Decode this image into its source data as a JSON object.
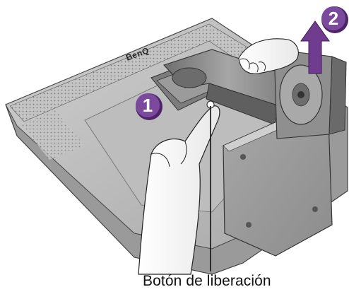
{
  "steps": [
    {
      "number": "1"
    },
    {
      "number": "2"
    }
  ],
  "brand": "BenQ",
  "caption": "Botón de liberación",
  "colors": {
    "step_badge": "#6f3c8f",
    "step_badge_dark": "#4e2468",
    "arrow": "#6f3c8f",
    "monitor_body": "#b9b9b9",
    "stand": "#8a8a8a",
    "base_plate": "#9c9c9c"
  },
  "icons": {
    "step-1-badge": "circle-numeral",
    "step-2-badge": "circle-numeral",
    "lift-arrow": "up-arrow"
  }
}
